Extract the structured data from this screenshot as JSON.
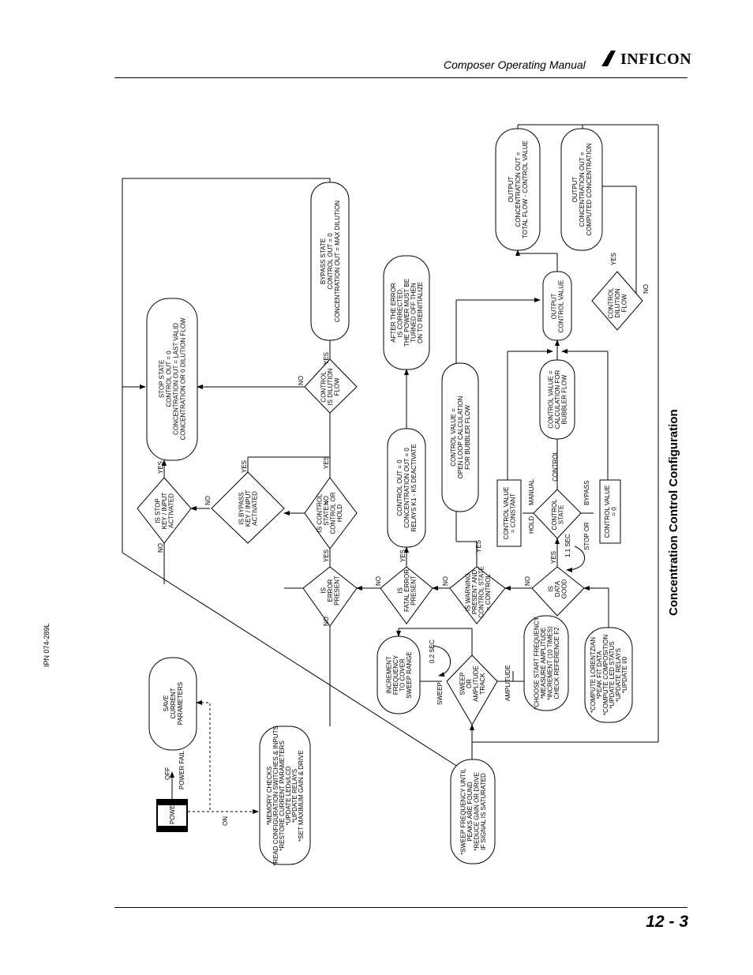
{
  "header": {
    "manual_title": "Composer Operating Manual",
    "logo_text": "INFICON"
  },
  "footer": {
    "page_number": "12 - 3"
  },
  "margin": {
    "ipn": "IPN 074-289L"
  },
  "caption": "Concentration Control Configuration",
  "nodes": {
    "power": "POWER",
    "off": "OFF",
    "power_fail": "POWER FAIL",
    "on": "ON",
    "save_params": [
      "SAVE",
      "CURRENT",
      "PARAMETERS"
    ],
    "init_list": [
      "*MEMORY CHECKS",
      "*READ CONFIGURATION SWITCHES & INPUTS",
      "*RESTORE CURRENT PARAMETERS",
      "*UPDATE LEDs/LCD",
      "*UPDATE RELAYS",
      "*SET MAXIMUM GAIN & DRIVE"
    ],
    "sweep_until": [
      "*SWEEP FREQUENCY UNTIL",
      "PEAKS ARE FOUND",
      "*REDUCE GAIN OR DRIVE",
      "IF SIGNAL IS SATURATED"
    ],
    "sweep_amp": [
      "SWEEP",
      "OR",
      "AMPLITUDE",
      "TRACK"
    ],
    "sweep_lbl": "SWEEP",
    "amplitude_lbl": "AMPLITUDE",
    "sec02": "0.2 SEC",
    "increment": [
      "INCREMENT",
      "FREQUENCY",
      "TO COVER",
      "SWEEP RANGE"
    ],
    "choose": [
      "*CHOOSE START FREQUENCY",
      "*MEASURE AMPLITUDE",
      "*INCREMENT (10 TIMES)",
      "CHECK REFERENCE F2"
    ],
    "compute": [
      "*COMPUTE LORENTZIAN",
      "*PEAK FIT DATA",
      "*COMPUTE COMPOSITION",
      "*UPDATE LED STATUS",
      "*UPDATE RELAYS",
      "*UPDATE I/0"
    ],
    "data_good": [
      "IS",
      "DATA",
      "GOOD"
    ],
    "sec11": "1.1 SEC",
    "warning": [
      "IS WARNING",
      "PRESENT AND",
      "CONTROL STATE",
      "= CONTROL"
    ],
    "fatal": [
      "IS",
      "FATAL ERROR",
      "PRESENT"
    ],
    "error": [
      "IS",
      "ERROR",
      "PRESENT"
    ],
    "ctrl_state_q": [
      "IS CONTROL",
      "STATE =",
      "CONTROL OR",
      "HOLD"
    ],
    "bypass_q": [
      "IS BYPASS",
      "KEY / INPUT",
      "ACTIVATED"
    ],
    "stop_q": [
      "IS STOP",
      "KEY / INPUT",
      "ACTIVATED"
    ],
    "dilution_q": [
      "CONTROL",
      "IS DILUTION",
      "FLOW"
    ],
    "stop_state": [
      "STOP STATE",
      "CONTROL OUT = 0",
      "CONCENTRATION OUT = LAST VALID",
      "CONCENTRATION OR 0 DILUTION FLOW"
    ],
    "bypass_state": [
      "BYPASS STATE",
      "CONTROL OUT = 0",
      "CONCENTRATION OUT = MAX DILUTION"
    ],
    "ctrl_out_zero": [
      "CONTROL OUT = 0",
      "CONCENTRATION OUT = 0",
      "RELAYS K1 - K5 DEACTIVATE"
    ],
    "after_error": [
      "AFTER THE ERROR",
      "IS CORRECTED,",
      "THE POWER MUST BE",
      "TURNED OFF THEN",
      "ON TO REINITIALIZE"
    ],
    "open_loop": [
      "CONTROL VALUE =",
      "OPEN LOOP CALCULATION",
      "FOR BUBBLER FLOW"
    ],
    "control_state": [
      "CONTROL",
      "STATE"
    ],
    "ctrl_constant": [
      "CONTROL VALUE",
      "= CONSTANT"
    ],
    "ctrl_zero": [
      "CONTROL VALUE",
      "= 0"
    ],
    "ctrl_calc": [
      "CONTROL VALUE =",
      "CALCULATION FOR",
      "BUBBLER FLOW"
    ],
    "output_ctrl": [
      "OUTPUT",
      "CONTROL VALUE"
    ],
    "ctrl_dil_q": [
      "CONTROL",
      "DILUTION",
      "FLOW"
    ],
    "out_total": [
      "OUTPUT",
      "CONCENTRATION OUT =",
      "TOTAL FLOW - CONTROL VALUE"
    ],
    "out_computed": [
      "OUTPUT",
      "CONCENTRATION OUT =",
      "COMPUTED CONCENTRATION"
    ],
    "hold": "HOLD",
    "manual": "MANUAL",
    "control": "CONTROL",
    "stop_or": "STOP OR",
    "bypass": "BYPASS",
    "yes": "YES",
    "no": "NO"
  }
}
